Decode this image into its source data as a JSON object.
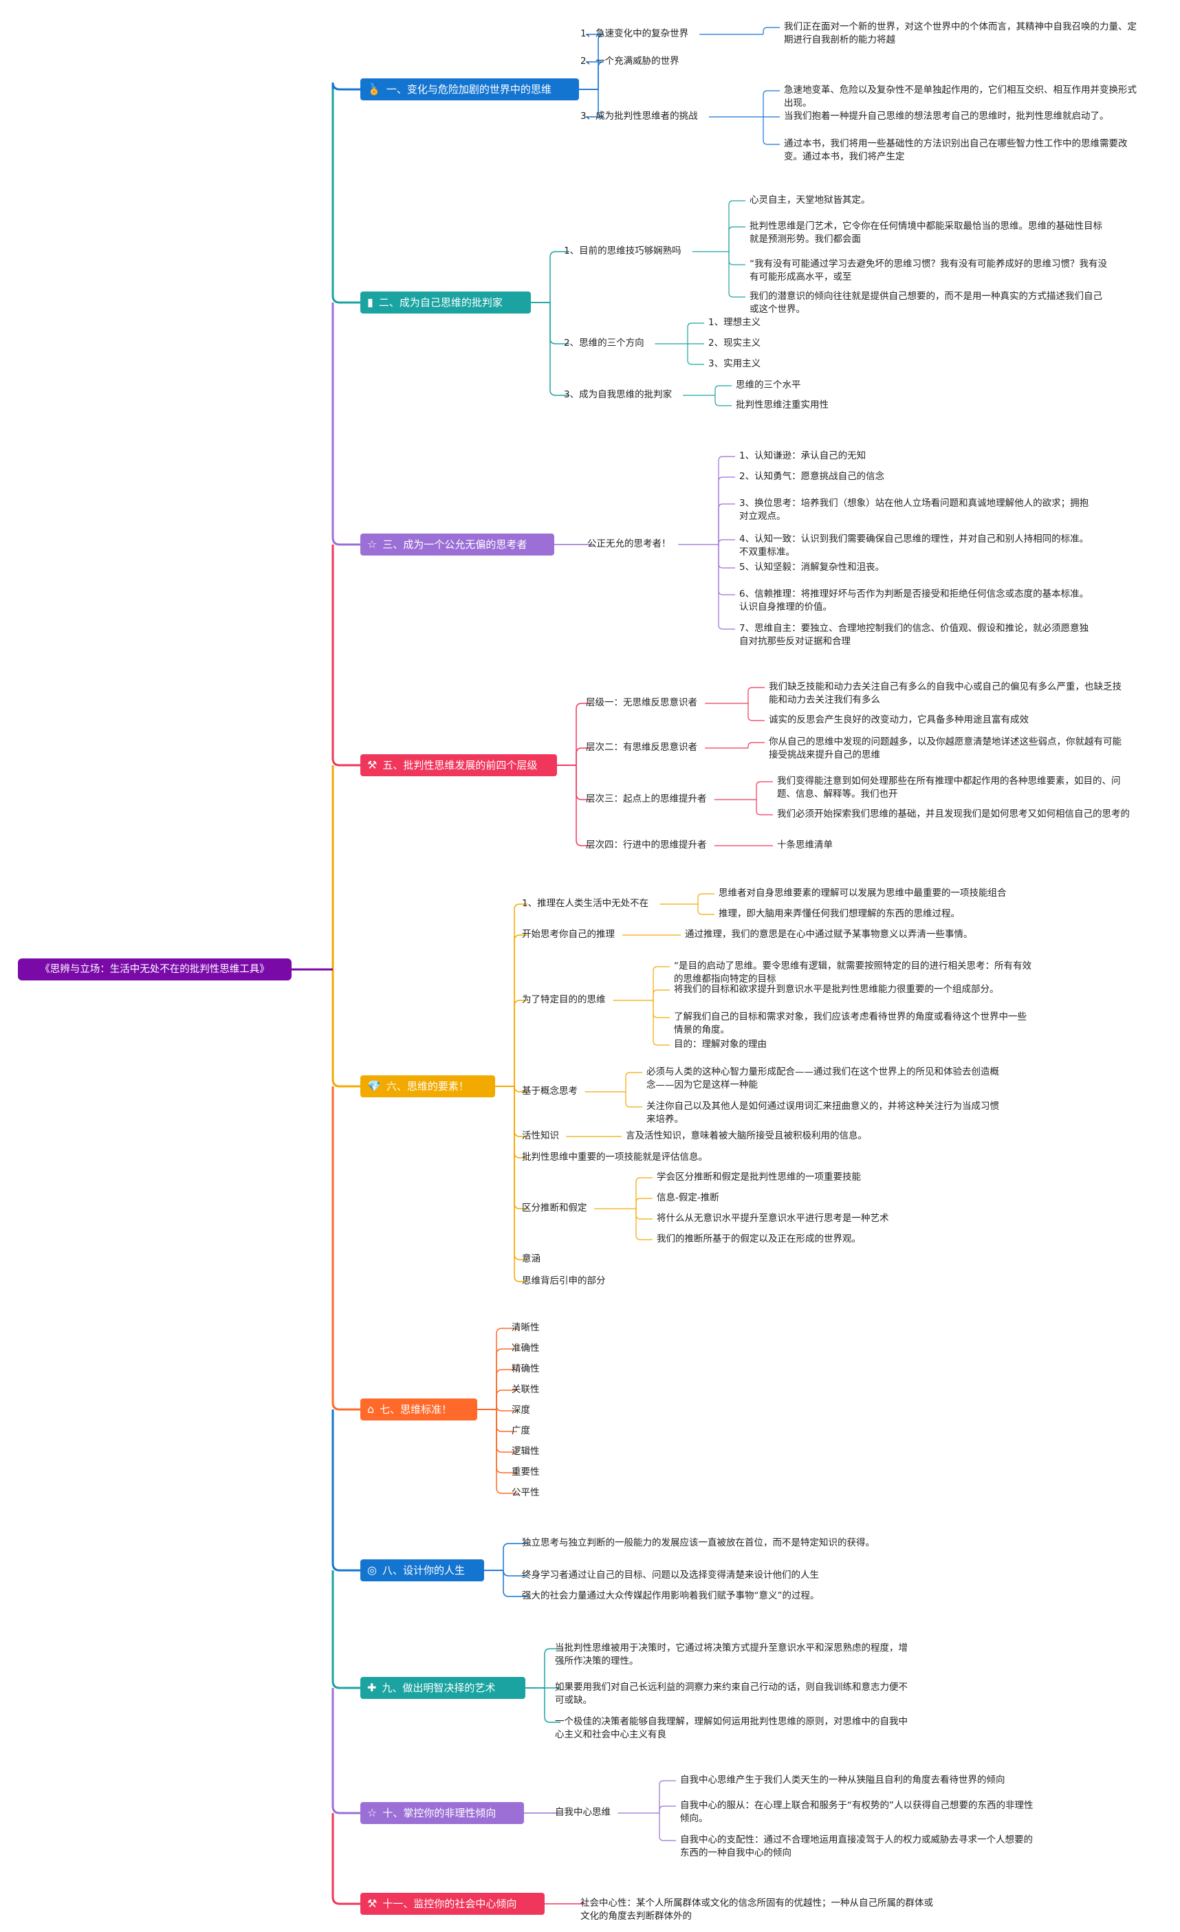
{
  "root": {
    "label": "《思辨与立场：生活中无处不在的批判性思维工具》",
    "color": "#7a0aa8"
  },
  "sections": [
    {
      "label": "一、变化与危险加剧的世界中的思维",
      "color": "#1475d1",
      "icon": "award-icon",
      "glyph": "🏅",
      "children": [
        {
          "label": "1、急速变化中的复杂世界",
          "children": [
            "我们正在面对一个新的世界，对这个世界中的个体而言，其精神中自我召唤的力量、定期进行自我剖析的能力将越"
          ]
        },
        {
          "label": "2、一个充满威胁的世界",
          "children": []
        },
        {
          "label": "3、成为批判性思维者的挑战",
          "children": [
            "急速地变革、危险以及复杂性不是单独起作用的，它们相互交织、相互作用并变换形式出现。",
            "当我们抱着一种提升自己思维的想法思考自己的思维时，批判性思维就启动了。",
            "通过本书，我们将用一些基础性的方法识别出自己在哪些智力性工作中的思维需要改变。通过本书，我们将产生定"
          ]
        }
      ]
    },
    {
      "label": "二、成为自己思维的批判家",
      "color": "#1aa3a0",
      "icon": "flag-icon",
      "glyph": "▮",
      "children": [
        {
          "label": "1、目前的思维技巧够娴熟吗",
          "children": [
            "心灵自主，天堂地狱皆其定。",
            "批判性思维是门艺术，它令你在任何情境中都能采取最恰当的思维。思维的基础性目标就是预测形势。我们都会面",
            "“我有没有可能通过学习去避免坏的思维习惯？我有没有可能养成好的思维习惯？我有没有可能形成高水平，或至",
            "我们的潜意识的倾向往往就是提供自己想要的，而不是用一种真实的方式描述我们自己或这个世界。"
          ]
        },
        {
          "label": "2、思维的三个方向",
          "children": [
            "1、理想主义",
            "2、现实主义",
            "3、实用主义"
          ]
        },
        {
          "label": "3、成为自我思维的批判家",
          "children": [
            "思维的三个水平",
            "批判性思维注重实用性"
          ]
        }
      ]
    },
    {
      "label": "三、成为一个公允无偏的思考者",
      "color": "#9b6fd6",
      "icon": "star-icon",
      "glyph": "☆",
      "children": [
        {
          "label": "公正无允的思考者！",
          "children": [
            "1、认知谦逊：承认自己的无知",
            "2、认知勇气：愿意挑战自己的信念",
            "3、换位思考：培养我们（想象）站在他人立场看问题和真诚地理解他人的欲求；拥抱对立观点。",
            "4、认知一致：认识到我们需要确保自己思维的理性，并对自己和别人持相同的标准。不双重标准。",
            "5、认知坚毅：消解复杂性和沮丧。",
            "6、信赖推理：将推理好坏与否作为判断是否接受和拒绝任何信念或态度的基本标准。认识自身推理的价值。",
            "7、思维自主：要独立、合理地控制我们的信念、价值观、假设和推论，就必须愿意独自对抗那些反对证据和合理"
          ]
        }
      ]
    },
    {
      "label": "五、批判性思维发展的前四个层级",
      "color": "#f0365a",
      "icon": "tools-icon",
      "glyph": "⚒",
      "children": [
        {
          "label": "层级一：无思维反思意识者",
          "children": [
            "我们缺乏技能和动力去关注自己有多么的自我中心或自己的偏见有多么严重，也缺乏技能和动力去关注我们有多么",
            "诚实的反思会产生良好的改变动力，它具备多种用途且富有成效"
          ]
        },
        {
          "label": "层次二：有思维反思意识者",
          "children": [
            "你从自己的思维中发现的问题越多，以及你越愿意清楚地详述这些弱点，你就越有可能接受挑战来提升自己的思维"
          ]
        },
        {
          "label": "层次三：起点上的思维提升者",
          "children": [
            "我们变得能注意到如何处理那些在所有推理中都起作用的各种思维要素，如目的、问题、信息、解释等。我们也开",
            "我们必须开始探索我们思维的基础，并且发现我们是如何思考又如何相信自己的思考的"
          ]
        },
        {
          "label": "层次四：行进中的思维提升者",
          "children": [
            "十条思维清单"
          ]
        }
      ]
    },
    {
      "label": "六、思维的要素！",
      "color": "#f2a900",
      "icon": "diamond-icon",
      "glyph": "💎",
      "children": [
        {
          "label": "1、推理在人类生活中无处不在",
          "children": [
            "思维者对自身思维要素的理解可以发展为思维中最重要的一项技能组合",
            "推理，即大脑用来弄懂任何我们想理解的东西的思维过程。"
          ]
        },
        {
          "label": "开始思考你自己的推理",
          "children": [
            "通过推理，我们的意思是在心中通过赋予某事物意义以弄清一些事情。"
          ]
        },
        {
          "label": "为了特定目的的思维",
          "children": [
            "“是目的启动了思维。要令思维有逻辑，就需要按照特定的目的进行相关思考：所有有效的思维都指向特定的目标",
            "将我们的目标和欲求提升到意识水平是批判性思维能力很重要的一个组成部分。",
            "了解我们自己的目标和需求对象，我们应该考虑看待世界的角度或看待这个世界中一些情景的角度。",
            "目的：理解对象的理由"
          ]
        },
        {
          "label": "基于概念思考",
          "children": [
            "必须与人类的这种心智力量形成配合——通过我们在这个世界上的所见和体验去创造概念——因为它是这样一种能",
            "关注你自己以及其他人是如何通过误用词汇来扭曲意义的，并将这种关注行为当成习惯来培养。"
          ]
        },
        {
          "label": "活性知识",
          "children": [
            "言及活性知识，意味着被大脑所接受且被积极利用的信息。"
          ]
        },
        {
          "label": "批判性思维中重要的一项技能就是评估信息。",
          "children": []
        },
        {
          "label": "区分推断和假定",
          "children": [
            "学会区分推断和假定是批判性思维的一项重要技能",
            "信息-假定-推断",
            "将什么从无意识水平提升至意识水平进行思考是一种艺术",
            "我们的推断所基于的假定以及正在形成的世界观。"
          ]
        },
        {
          "label": "意涵",
          "children": []
        },
        {
          "label": "思维背后引申的部分",
          "children": []
        }
      ]
    },
    {
      "label": "七、思维标准！",
      "color": "#ff6a2a",
      "icon": "home-icon",
      "glyph": "⌂",
      "children": [
        {
          "label": "清晰性",
          "children": []
        },
        {
          "label": "准确性",
          "children": []
        },
        {
          "label": "精确性",
          "children": []
        },
        {
          "label": "关联性",
          "children": []
        },
        {
          "label": "深度",
          "children": []
        },
        {
          "label": "广度",
          "children": []
        },
        {
          "label": "逻辑性",
          "children": []
        },
        {
          "label": "重要性",
          "children": []
        },
        {
          "label": "公平性",
          "children": []
        }
      ]
    },
    {
      "label": "八、设计你的人生",
      "color": "#1475d1",
      "icon": "gift-icon",
      "glyph": "◎",
      "children": [
        {
          "label": "独立思考与独立判断的一般能力的发展应该一直被放在首位，而不是特定知识的获得。",
          "children": []
        },
        {
          "label": "终身学习者通过让自己的目标、问题以及选择变得清楚来设计他们的人生",
          "children": []
        },
        {
          "label": "强大的社会力量通过大众传媒起作用影响着我们赋予事物“意义”的过程。",
          "children": []
        }
      ]
    },
    {
      "label": "九、做出明智决择的艺术",
      "color": "#1aa3a0",
      "icon": "puzzle-icon",
      "glyph": "✚",
      "children": [
        {
          "label": "当批判性思维被用于决策时，它通过将决策方式提升至意识水平和深思熟虑的程度，增强所作决策的理性。",
          "children": []
        },
        {
          "label": "如果要用我们对自己长远利益的洞察力来约束自己行动的话，则自我训练和意志力便不可或缺。",
          "children": []
        },
        {
          "label": "一个极佳的决策者能够自我理解，理解如何运用批判性思维的原则，对思维中的自我中心主义和社会中心主义有良",
          "children": []
        }
      ]
    },
    {
      "label": "十、掌控你的非理性倾向",
      "color": "#9b6fd6",
      "icon": "star-icon",
      "glyph": "☆",
      "children": [
        {
          "label": "自我中心思维",
          "children": [
            "自我中心思维产生于我们人类天生的一种从狭隘且自利的角度去看待世界的倾向",
            "自我中心的服从：在心理上联合和服务于“有权势的”人以获得自己想要的东西的非理性倾向。",
            "自我中心的支配性：通过不合理地运用直接凌驾于人的权力或威胁去寻求一个人想要的东西的一种自我中心的倾向"
          ]
        }
      ]
    },
    {
      "label": "十一、监控你的社会中心倾向",
      "color": "#f0365a",
      "icon": "tools-icon",
      "glyph": "⚒",
      "children": [
        {
          "label": "社会中心性：某个人所属群体或文化的信念所固有的优越性；一种从自己所属的群体或文化的角度去判断群体外的",
          "children": []
        }
      ]
    }
  ]
}
